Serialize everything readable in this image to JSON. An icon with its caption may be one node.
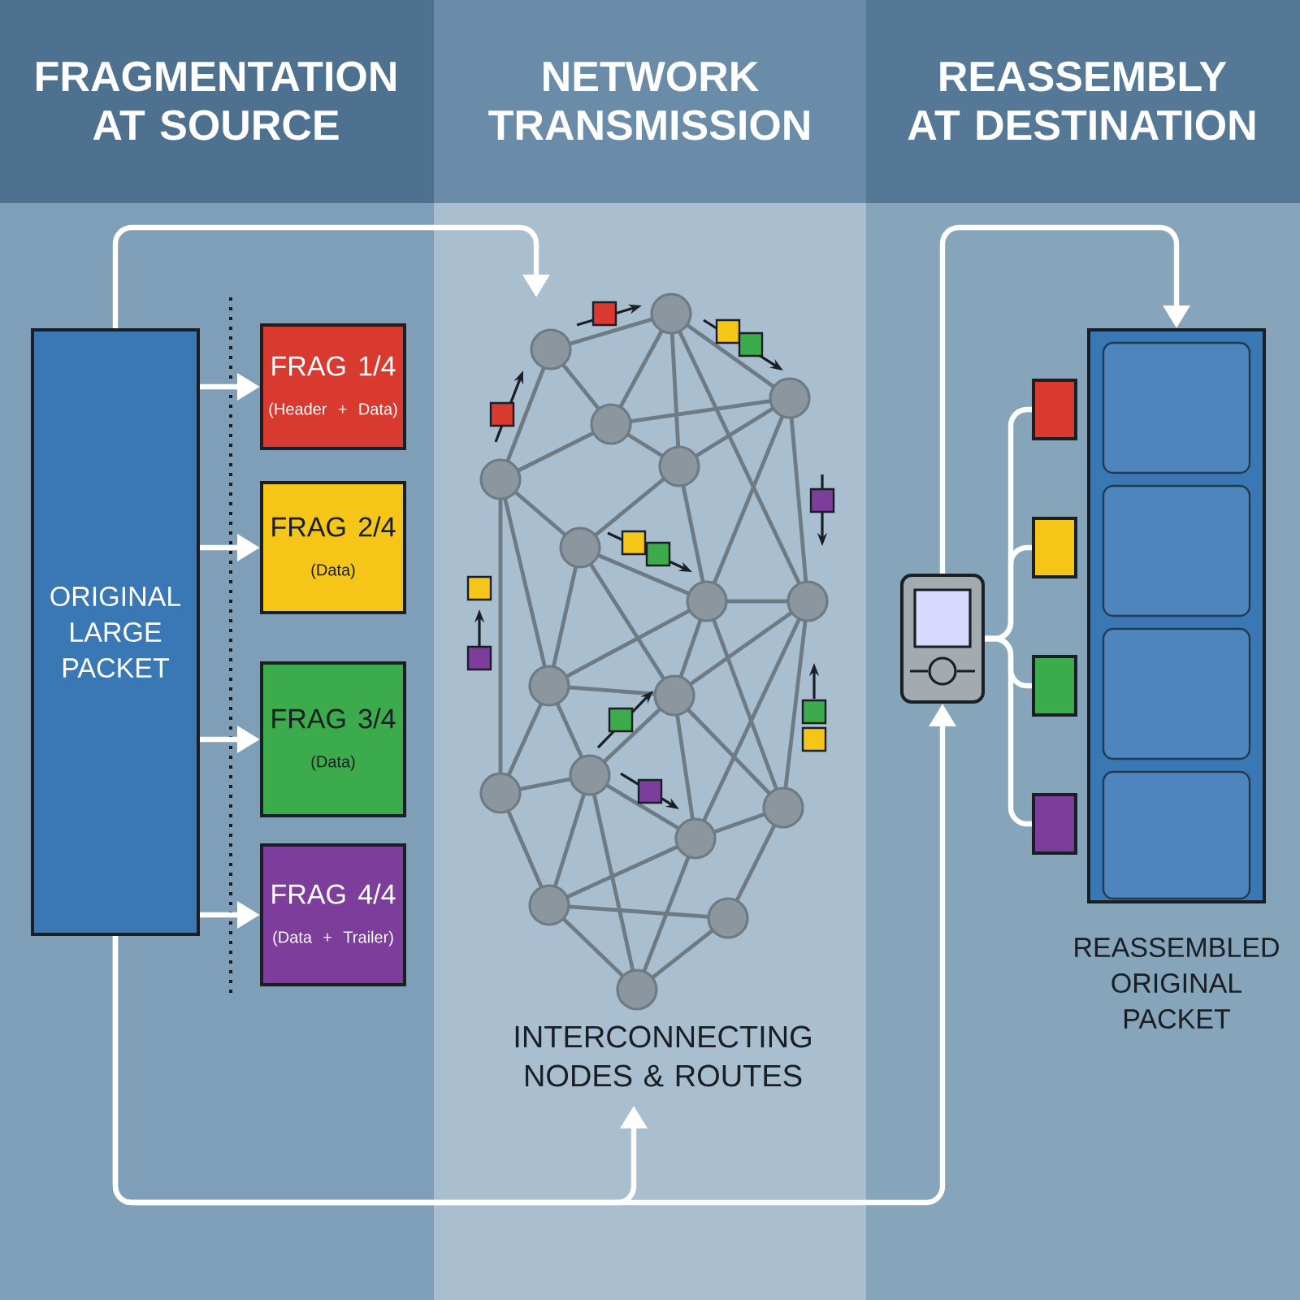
{
  "diagram": {
    "nodes": [
      {
        "text": [
          "ORIGINAL LARGE PACKET"
        ]
      },
      {
        "text": [
          "FRAG 1/4",
          "(Header + Data)"
        ]
      },
      {
        "text": [
          "FRAG 2/4",
          "(Data)"
        ]
      },
      {
        "text": [
          "FRAG 3/4",
          "(Data)"
        ]
      },
      {
        "text": [
          "FRAG 4/4",
          "(Data + Trailer)"
        ]
      },
      {
        "text": [],
        "shape": "picture",
        "beside": [
          "INTERCONNECTING NODES & ROUTES"
        ]
      },
      {
        "text": [],
        "shape": "picture"
      },
      {
        "text": [],
        "shape": "box"
      },
      {
        "text": [],
        "shape": "box"
      },
      {
        "text": [],
        "shape": "box"
      },
      {
        "text": [],
        "shape": "box"
      },
      {
        "text": [],
        "shape": "box",
        "beside": [
          "REASSEMBLED ORIGINAL PACKET"
        ]
      },
      {
        "text": [],
        "shape": "box",
        "in": 11
      },
      {
        "text": [],
        "shape": "box",
        "in": 11
      },
      {
        "text": [],
        "shape": "box",
        "in": 11
      },
      {
        "text": [],
        "shape": "box",
        "in": 11
      }
    ],
    "edges": [
      {
        "from": 0,
        "to": 1,
        "arrow": "to"
      },
      {
        "from": 0,
        "to": 2,
        "arrow": "to"
      },
      {
        "from": 0,
        "to": 3,
        "arrow": "to"
      },
      {
        "from": 0,
        "to": 4,
        "arrow": "to"
      },
      {
        "from": 0,
        "to": 5,
        "arrow": "to"
      },
      {
        "from": 0,
        "to": 5,
        "arrow": "to"
      },
      {
        "from": 0,
        "to": 6,
        "arrow": "to"
      },
      {
        "from": 6,
        "to": 11,
        "arrow": "to"
      },
      {
        "from": 6,
        "to": 7,
        "arrow": "none"
      },
      {
        "from": 6,
        "to": 8,
        "arrow": "none"
      },
      {
        "from": 6,
        "to": 9,
        "arrow": "none"
      },
      {
        "from": 6,
        "to": 10,
        "arrow": "none"
      }
    ],
    "labels": [
      "FRAGMENTATION AT SOURCE",
      "NETWORK TRANSMISSION",
      "REASSEMBLY AT DESTINATION"
    ]
  }
}
